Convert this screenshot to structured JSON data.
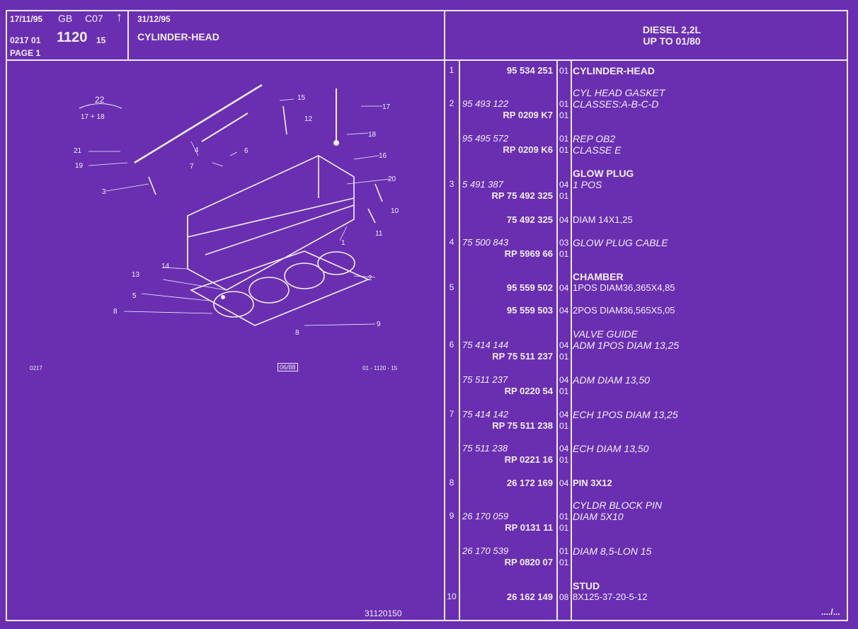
{
  "header": {
    "date1": "17/11/95",
    "lang": "GB",
    "code": "C07",
    "arrow": "↑",
    "date2": "31/12/95",
    "ref_a": "0217 01",
    "ref_big": "1120",
    "ref_b": "15",
    "page": "PAGE 1",
    "title": "CYLINDER-HEAD",
    "engine_line1": "DIESEL 2,2L",
    "engine_line2": "UP TO 01/80"
  },
  "diagram": {
    "callouts": [
      "15",
      "17",
      "12",
      "18",
      "16",
      "20",
      "10",
      "11",
      "1",
      "2",
      "9",
      "8",
      "13",
      "14",
      "5",
      "8",
      "21",
      "19",
      "3",
      "4",
      "6",
      "7"
    ],
    "bracket_top": "22",
    "bracket_bottom": "17 + 18",
    "code_left": "0217",
    "code_box": "06/88",
    "code_right": "01 - 1120 - 15",
    "footer_code": "31120150"
  },
  "items": [
    {
      "item": "1",
      "part_lines": [
        {
          "t": "95 534 251",
          "s": "ref"
        }
      ],
      "qty": [
        "01"
      ],
      "desc": [
        {
          "t": "CYLINDER-HEAD",
          "s": "h"
        }
      ]
    },
    {
      "item": "2",
      "part_lines": [
        {
          "t": "95 493 122",
          "s": "it"
        },
        {
          "t": "RP  0209 K7",
          "s": "rp"
        }
      ],
      "qty": [
        "01",
        "01"
      ],
      "desc": [
        {
          "t": "CYL HEAD GASKET",
          "s": "i"
        },
        {
          "t": "CLASSES:A-B-C-D",
          "s": "i"
        }
      ]
    },
    {
      "item": "",
      "part_lines": [
        {
          "t": "95 495 572",
          "s": "it"
        },
        {
          "t": "RP  0209 K6",
          "s": "rp"
        }
      ],
      "qty": [
        "01",
        "01"
      ],
      "desc": [
        {
          "t": "REP OB2",
          "s": "i"
        },
        {
          "t": "CLASSE E",
          "s": "i"
        }
      ]
    },
    {
      "item": "3",
      "part_lines": [
        {
          "t": "5 491 387",
          "s": "it"
        },
        {
          "t": "RP  75 492 325",
          "s": "rp"
        }
      ],
      "qty": [
        "04",
        "01"
      ],
      "desc": [
        {
          "t": "GLOW PLUG",
          "s": "h"
        },
        {
          "t": "1 POS",
          "s": "i"
        }
      ]
    },
    {
      "item": "",
      "part_lines": [
        {
          "t": "75 492 325",
          "s": "ref"
        }
      ],
      "qty": [
        "04"
      ],
      "desc": [
        {
          "t": "DIAM 14X1,25",
          "s": "n"
        }
      ]
    },
    {
      "item": "4",
      "part_lines": [
        {
          "t": "75 500 843",
          "s": "it"
        },
        {
          "t": "RP  5969 66",
          "s": "rp"
        }
      ],
      "qty": [
        "03",
        "01"
      ],
      "desc": [
        {
          "t": "GLOW PLUG CABLE",
          "s": "i"
        }
      ]
    },
    {
      "item": "5",
      "part_lines": [
        {
          "t": "95 559 502",
          "s": "ref"
        }
      ],
      "qty": [
        "04"
      ],
      "desc": [
        {
          "t": "CHAMBER",
          "s": "h"
        },
        {
          "t": "1POS DIAM36,365X4,85",
          "s": "n"
        }
      ]
    },
    {
      "item": "",
      "part_lines": [
        {
          "t": "95 559 503",
          "s": "ref"
        }
      ],
      "qty": [
        "04"
      ],
      "desc": [
        {
          "t": "2POS DIAM36,565X5,05",
          "s": "n"
        }
      ]
    },
    {
      "item": "6",
      "part_lines": [
        {
          "t": "75 414 144",
          "s": "it"
        },
        {
          "t": "RP  75 511 237",
          "s": "rp"
        }
      ],
      "qty": [
        "04",
        "01"
      ],
      "desc": [
        {
          "t": "VALVE GUIDE",
          "s": "i"
        },
        {
          "t": "ADM 1POS DIAM 13,25",
          "s": "i"
        }
      ]
    },
    {
      "item": "",
      "part_lines": [
        {
          "t": "75 511 237",
          "s": "it"
        },
        {
          "t": "RP  0220 54",
          "s": "rp"
        }
      ],
      "qty": [
        "04",
        "01"
      ],
      "desc": [
        {
          "t": "ADM DIAM 13,50",
          "s": "i"
        }
      ]
    },
    {
      "item": "7",
      "part_lines": [
        {
          "t": "75 414 142",
          "s": "it"
        },
        {
          "t": "RP  75 511 238",
          "s": "rp"
        }
      ],
      "qty": [
        "04",
        "01"
      ],
      "desc": [
        {
          "t": "ECH 1POS DIAM 13,25",
          "s": "i"
        }
      ]
    },
    {
      "item": "",
      "part_lines": [
        {
          "t": "75 511 238",
          "s": "it"
        },
        {
          "t": "RP  0221 16",
          "s": "rp"
        }
      ],
      "qty": [
        "04",
        "01"
      ],
      "desc": [
        {
          "t": "ECH DIAM 13,50",
          "s": "i"
        }
      ]
    },
    {
      "item": "8",
      "part_lines": [
        {
          "t": "26 172 169",
          "s": "ref"
        }
      ],
      "qty": [
        "04"
      ],
      "desc": [
        {
          "t": "PIN 3X12",
          "s": "pin"
        }
      ]
    },
    {
      "item": "9",
      "part_lines": [
        {
          "t": "26 170 059",
          "s": "it"
        },
        {
          "t": "RP  0131 11",
          "s": "rp"
        }
      ],
      "qty": [
        "01",
        "01"
      ],
      "desc": [
        {
          "t": "CYLDR BLOCK PIN",
          "s": "i"
        },
        {
          "t": "DIAM 5X10",
          "s": "i"
        }
      ]
    },
    {
      "item": "",
      "part_lines": [
        {
          "t": "26 170 539",
          "s": "it"
        },
        {
          "t": "RP  0820 07",
          "s": "rp"
        }
      ],
      "qty": [
        "01",
        "01"
      ],
      "desc": [
        {
          "t": "DIAM 8,5-LON 15",
          "s": "i"
        }
      ]
    },
    {
      "item": "10",
      "part_lines": [
        {
          "t": "26 162 149",
          "s": "ref"
        }
      ],
      "qty": [
        "08"
      ],
      "desc": [
        {
          "t": "STUD",
          "s": "h"
        },
        {
          "t": "8X125-37-20-5-12",
          "s": "n"
        }
      ]
    }
  ],
  "continuation": "..../...",
  "colors": {
    "background": "#6a2fb0",
    "ink": "#f3eefc"
  }
}
